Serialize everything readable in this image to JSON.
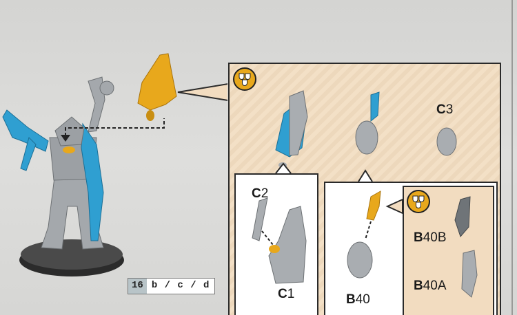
{
  "step": {
    "number": "16",
    "parts": "b / c / d"
  },
  "labels": {
    "c3": {
      "prefix": "C",
      "suffix": "3"
    },
    "c2": {
      "prefix": "C",
      "suffix": "2"
    },
    "c1": {
      "prefix": "C",
      "suffix": "1"
    },
    "b40": {
      "prefix": "B",
      "suffix": "40"
    },
    "b40b": {
      "prefix": "B",
      "suffix": "40B"
    },
    "b40a": {
      "prefix": "B",
      "suffix": "40A"
    }
  },
  "colors": {
    "panel_bg": "#f2dcc0",
    "highlight_yellow": "#e8a81c",
    "part_blue": "#2f9fd1",
    "plastic_grey": "#a9adb1",
    "outline": "#2a2a2a",
    "badge_orange": "#e8a81c"
  },
  "icons": {
    "badge": "multi-part-assembly-icon"
  }
}
